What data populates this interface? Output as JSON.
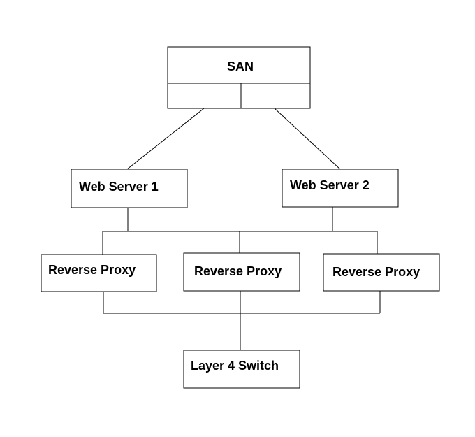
{
  "nodes": {
    "san": {
      "label": "SAN"
    },
    "web_server_1": {
      "label": "Web Server 1"
    },
    "web_server_2": {
      "label": "Web Server 2"
    },
    "reverse_proxy_1": {
      "label": "Reverse Proxy"
    },
    "reverse_proxy_2": {
      "label": "Reverse Proxy"
    },
    "reverse_proxy_3": {
      "label": "Reverse Proxy"
    },
    "layer4_switch": {
      "label": "Layer 4 Switch"
    }
  },
  "edges": [
    {
      "from": "san",
      "to": "web_server_1"
    },
    {
      "from": "san",
      "to": "web_server_2"
    },
    {
      "from": "web_server_1",
      "to": "reverse_proxy_1"
    },
    {
      "from": "web_server_1",
      "to": "reverse_proxy_2"
    },
    {
      "from": "web_server_1",
      "to": "reverse_proxy_3"
    },
    {
      "from": "web_server_2",
      "to": "reverse_proxy_1"
    },
    {
      "from": "web_server_2",
      "to": "reverse_proxy_2"
    },
    {
      "from": "web_server_2",
      "to": "reverse_proxy_3"
    },
    {
      "from": "reverse_proxy_1",
      "to": "layer4_switch"
    },
    {
      "from": "reverse_proxy_2",
      "to": "layer4_switch"
    },
    {
      "from": "reverse_proxy_3",
      "to": "layer4_switch"
    }
  ]
}
